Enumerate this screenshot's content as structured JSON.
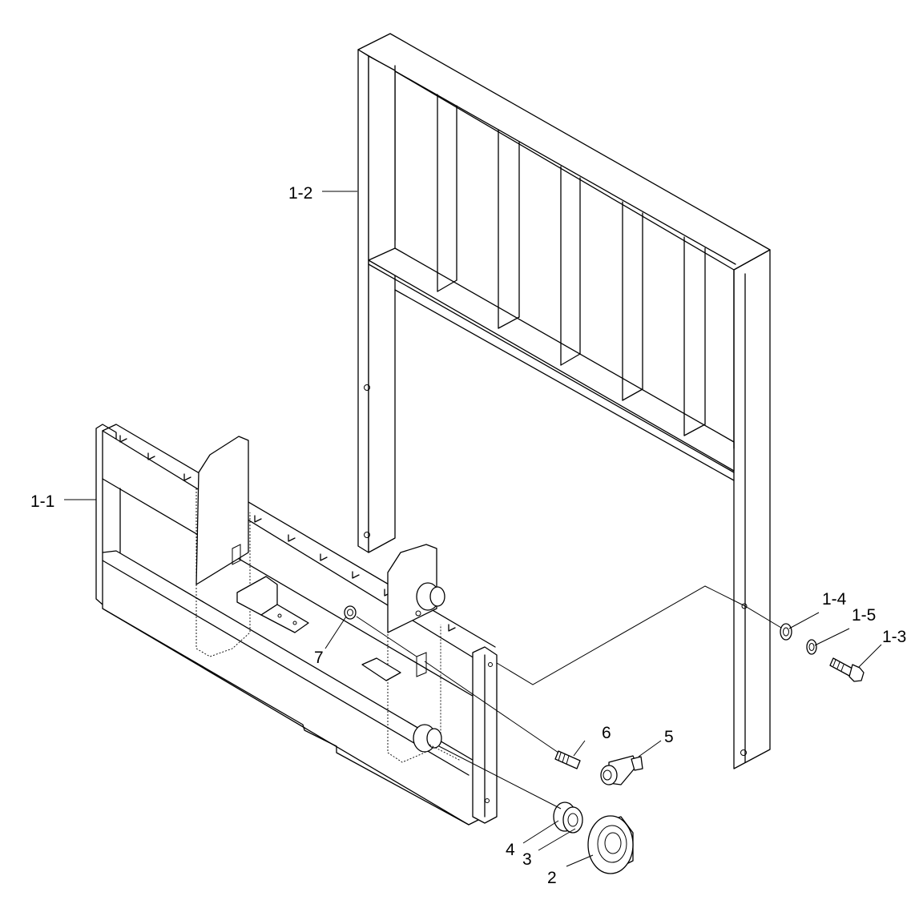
{
  "callouts": {
    "c_1_1": "1-1",
    "c_1_2": "1-2",
    "c_1_3": "1-3",
    "c_1_4": "1-4",
    "c_1_5": "1-5",
    "c_2": "2",
    "c_3": "3",
    "c_4": "4",
    "c_5": "5",
    "c_6": "6",
    "c_7": "7"
  }
}
